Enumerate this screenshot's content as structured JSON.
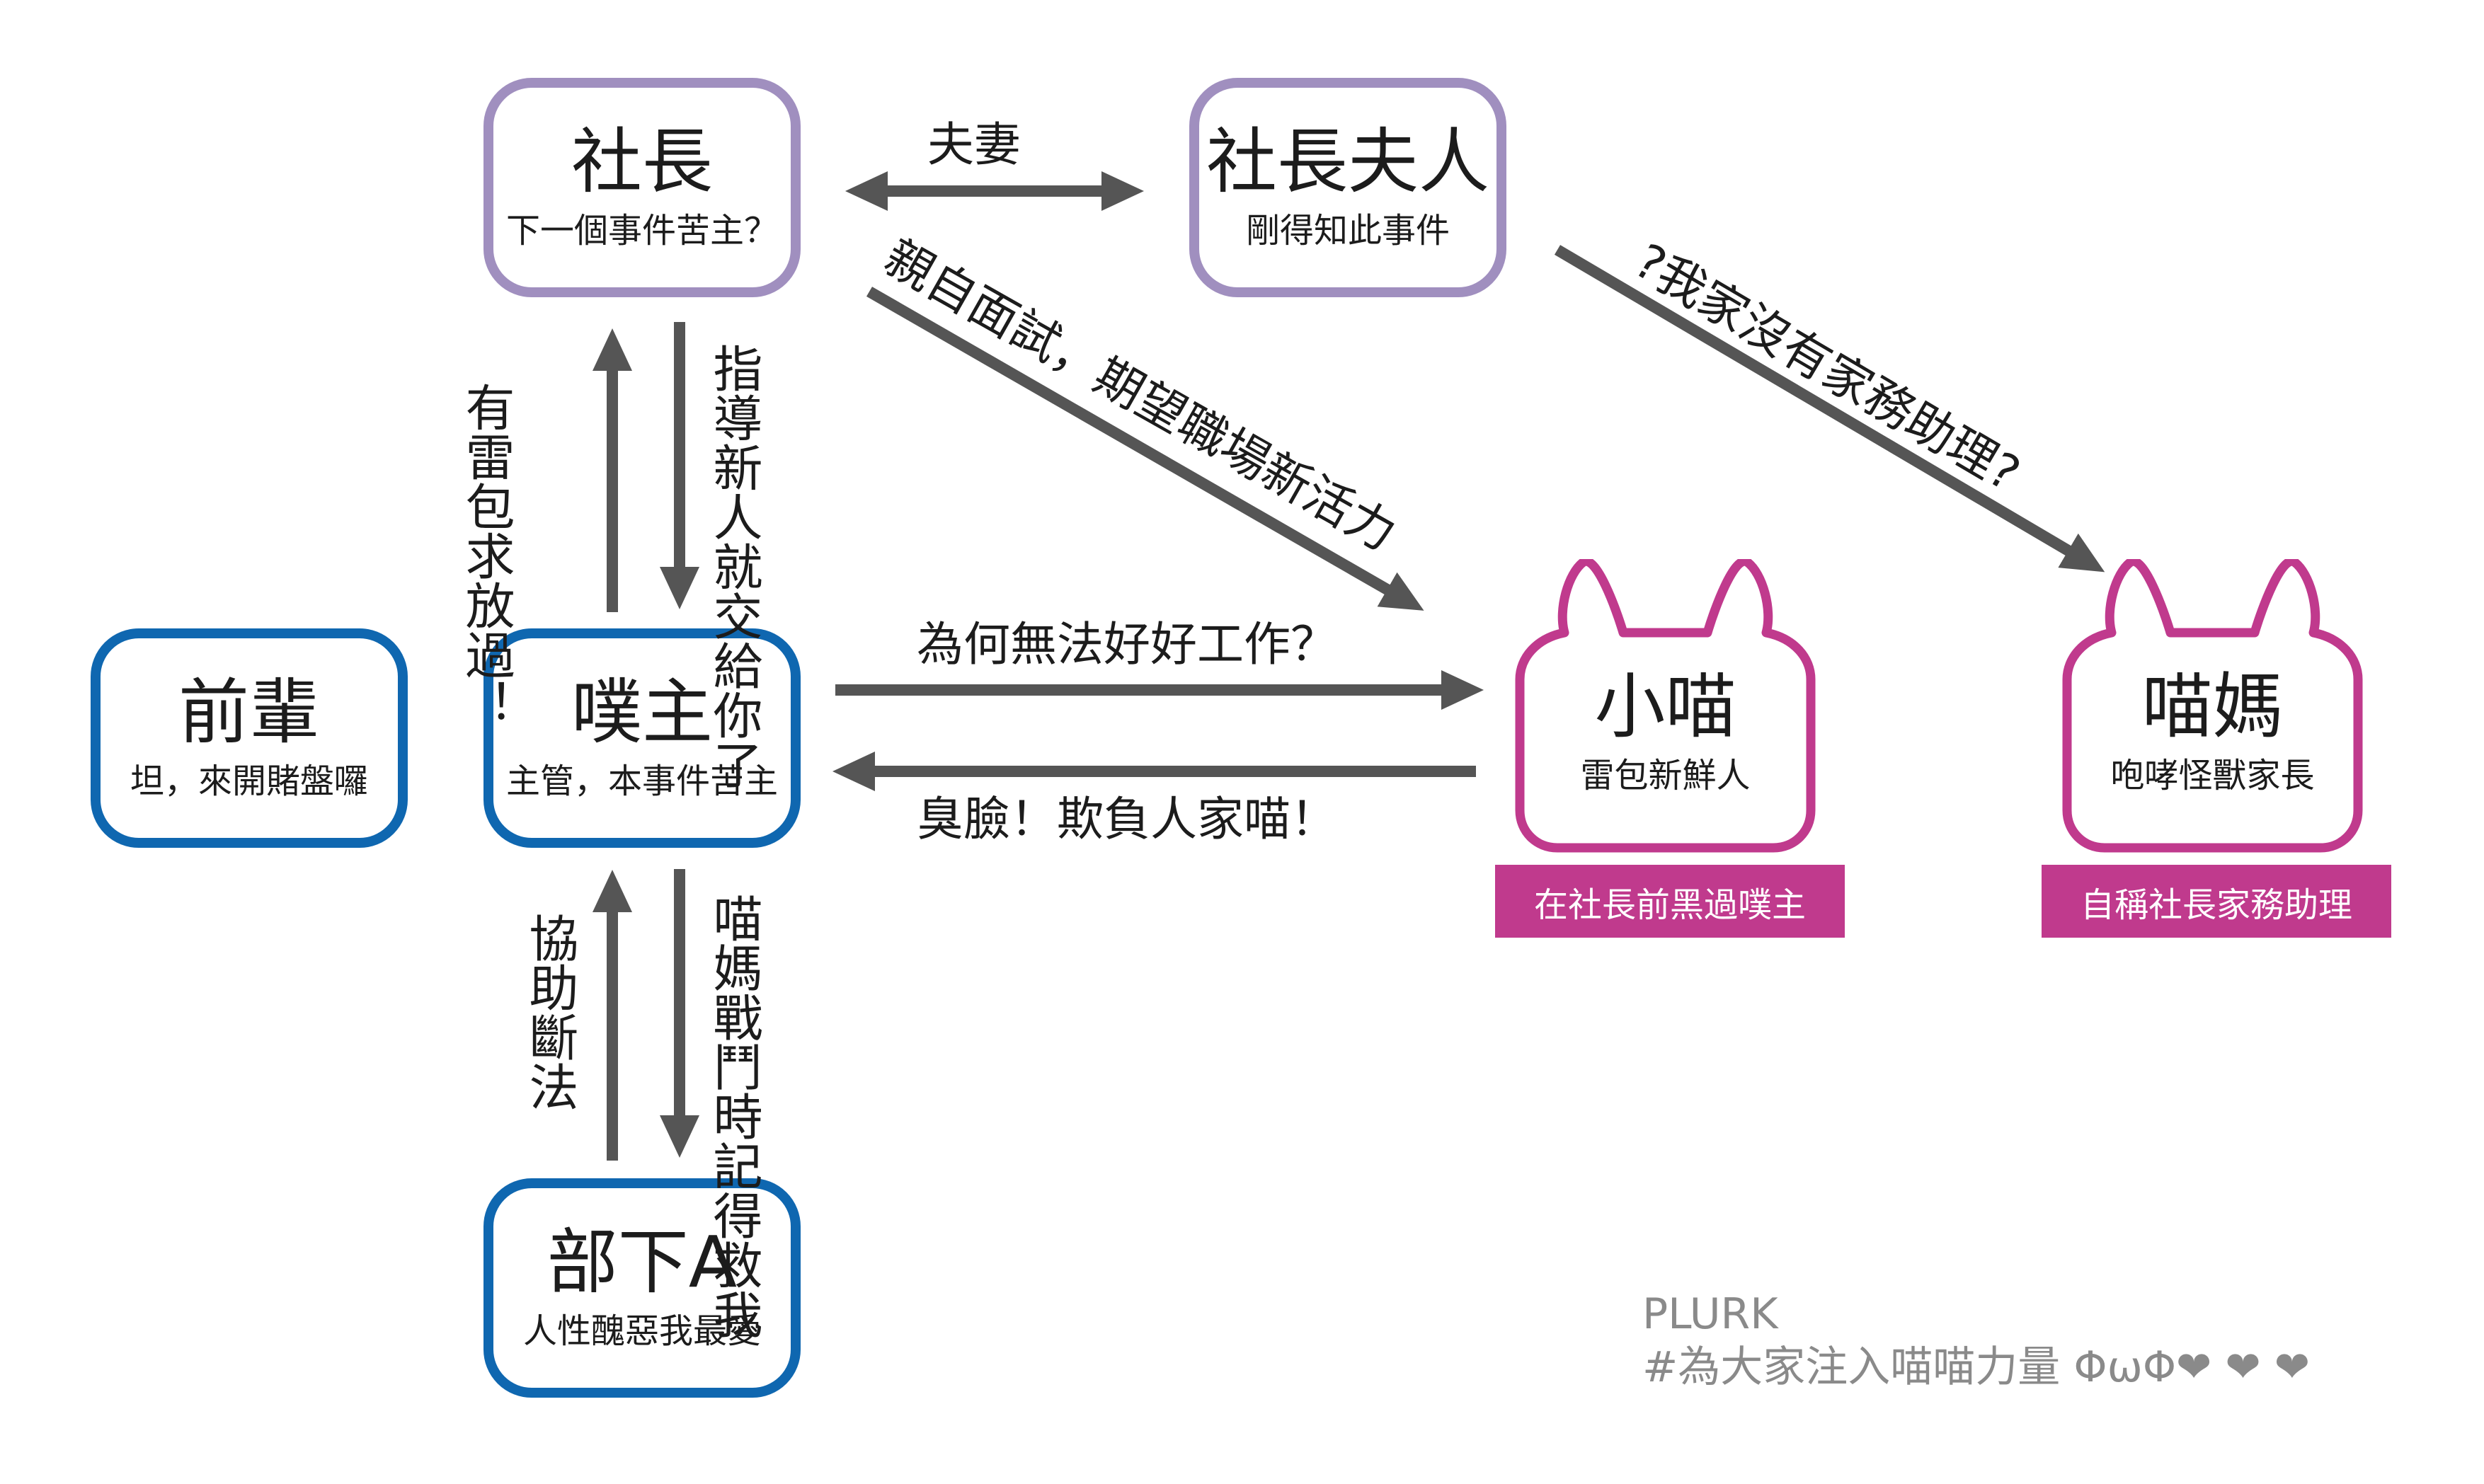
{
  "colors": {
    "manager": "#a08fbf",
    "staff": "#0f67b0",
    "cat": "#c03a8d",
    "arrow": "#555555"
  },
  "nodes": {
    "president": {
      "name": "社長",
      "desc": "下一個事件苦主？"
    },
    "wife": {
      "name": "社長夫人",
      "desc": "剛得知此事件"
    },
    "senior": {
      "name": "前輩",
      "desc": "坦，來開賭盤囉"
    },
    "boss": {
      "name": "噗主",
      "desc": "主管，本事件苦主"
    },
    "subordinate": {
      "name": "部下A",
      "desc": "人性醜惡我最愛"
    },
    "kitten": {
      "name": "小喵",
      "desc": "雷包新鮮人",
      "tag": "在社長前黑過噗主"
    },
    "catmom": {
      "name": "喵媽",
      "desc": "咆哮怪獸家長",
      "tag": "自稱社長家務助理"
    }
  },
  "edges": {
    "couple": "夫妻",
    "please_spare": "有雷包求放過！",
    "guide_newbie": "指導新人就交給你了",
    "interview": "親自面試，期望職場新活力",
    "no_helper": "?我家沒有家務助理?",
    "why_not_work": "為何無法好好工作？",
    "stinky_face": "臭臉！欺負人家喵！",
    "assist": "協助斷法",
    "save_me": "喵媽戰鬥時記得救我"
  },
  "footer": {
    "brand": "PLURK",
    "hashtag": "#為大家注入喵喵力量 ΦωΦ❤ ❤ ❤"
  }
}
